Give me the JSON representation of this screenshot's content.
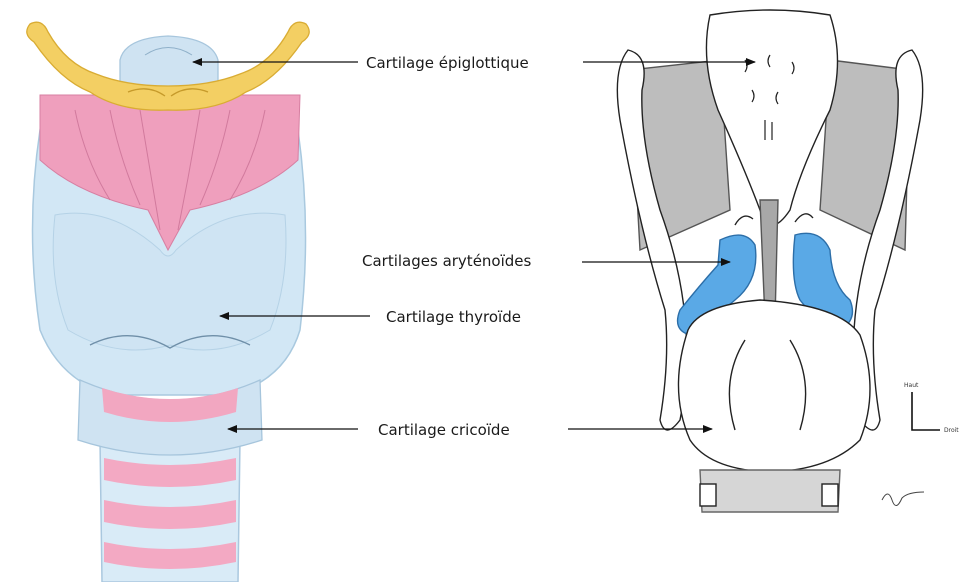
{
  "labels": {
    "epiglottis": "Cartilage épiglottique",
    "arytenoid": "Cartilages aryténoïdes",
    "thyroid": "Cartilage thyroïde",
    "cricoid": "Cartilage cricoïde"
  },
  "orientation": {
    "up": "Haut",
    "right": "Droit"
  },
  "colors": {
    "cartilage_light_blue": "#d2e7f5",
    "muscle_pink": "#ef9fbd",
    "hyoid_yellow": "#f3cf63",
    "arytenoid_blue": "#5aa9e6",
    "ligament_gray": "#b9b9b9"
  }
}
